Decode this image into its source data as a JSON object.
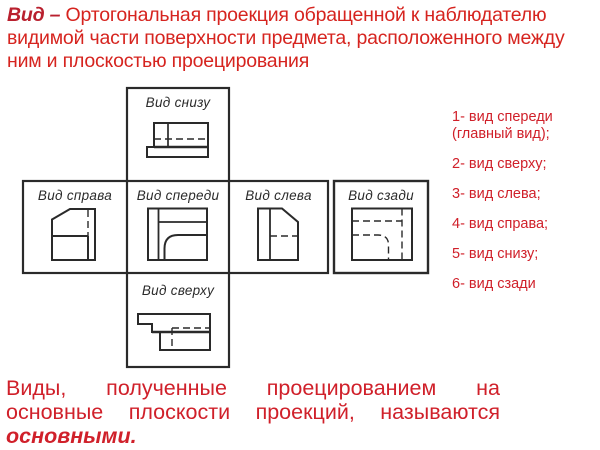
{
  "colors": {
    "accent_red": "#d0202a",
    "term_red": "#b9202e",
    "drawing_line": "#2a2a2a",
    "background": "#ffffff"
  },
  "definition": {
    "term": "Вид –",
    "body": "Ортогональная проекция обращенной к наблюдателю видимой части поверхности предмета, расположенного между ним и плоскостью проецирования"
  },
  "diagram": {
    "labels": {
      "bottom": "Вид снизу",
      "right": "Вид справа",
      "front": "Вид спереди",
      "left": "Вид слева",
      "back": "Вид сзади",
      "top": "Вид сверху"
    }
  },
  "legend": {
    "items": [
      "1- вид спереди (главный вид);",
      "2- вид сверху;",
      "3- вид слева;",
      "4- вид справа;",
      "5- вид снизу;",
      "6- вид сзади"
    ]
  },
  "footer": {
    "body": "Виды, полученные проецированием на основные плоскости проекций, называются ",
    "emphasis": "основными."
  }
}
